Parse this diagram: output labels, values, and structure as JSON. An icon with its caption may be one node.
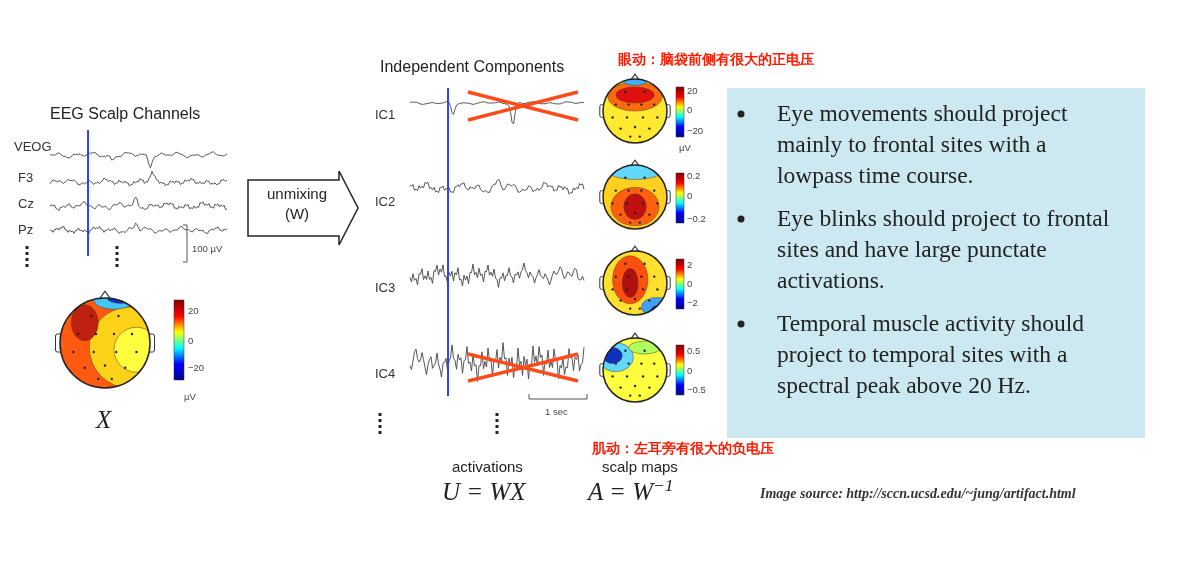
{
  "diagram": {
    "nodes": [
      {
        "text": [
          "unmixing (W)"
        ]
      },
      {
        "text": [
          "Eye movements should project mainly to frontal sites with a lowpass time course.",
          "Eye blinks should project to frontal sites and have large punctate activations.",
          "Temporal muscle activity should project to temporal sites with a spectral peak above 20 Hz."
        ]
      }
    ],
    "labels": [
      "EEG Scalp Channels",
      "VEOG",
      "F3",
      "Cz",
      "Pz",
      "100 µV",
      "20",
      "0",
      "−20",
      "µV",
      "X",
      "Independent Components",
      "IC1",
      "IC2",
      "IC3",
      "IC4",
      "1 sec",
      "20",
      "0",
      "−20",
      "µV",
      "0.2",
      "0",
      "−0.2",
      "2",
      "0",
      "−2",
      "0.5",
      "0",
      "−0.5",
      "眼动：脑袋前侧有很大的正电压",
      "肌动：左耳旁有很大的负电压",
      "activations",
      "scalp maps",
      "U = WX",
      "A = W$^{−1}$",
      "Image source: http://sccn.ucsd.edu/~jung/artifact.html"
    ]
  }
}
